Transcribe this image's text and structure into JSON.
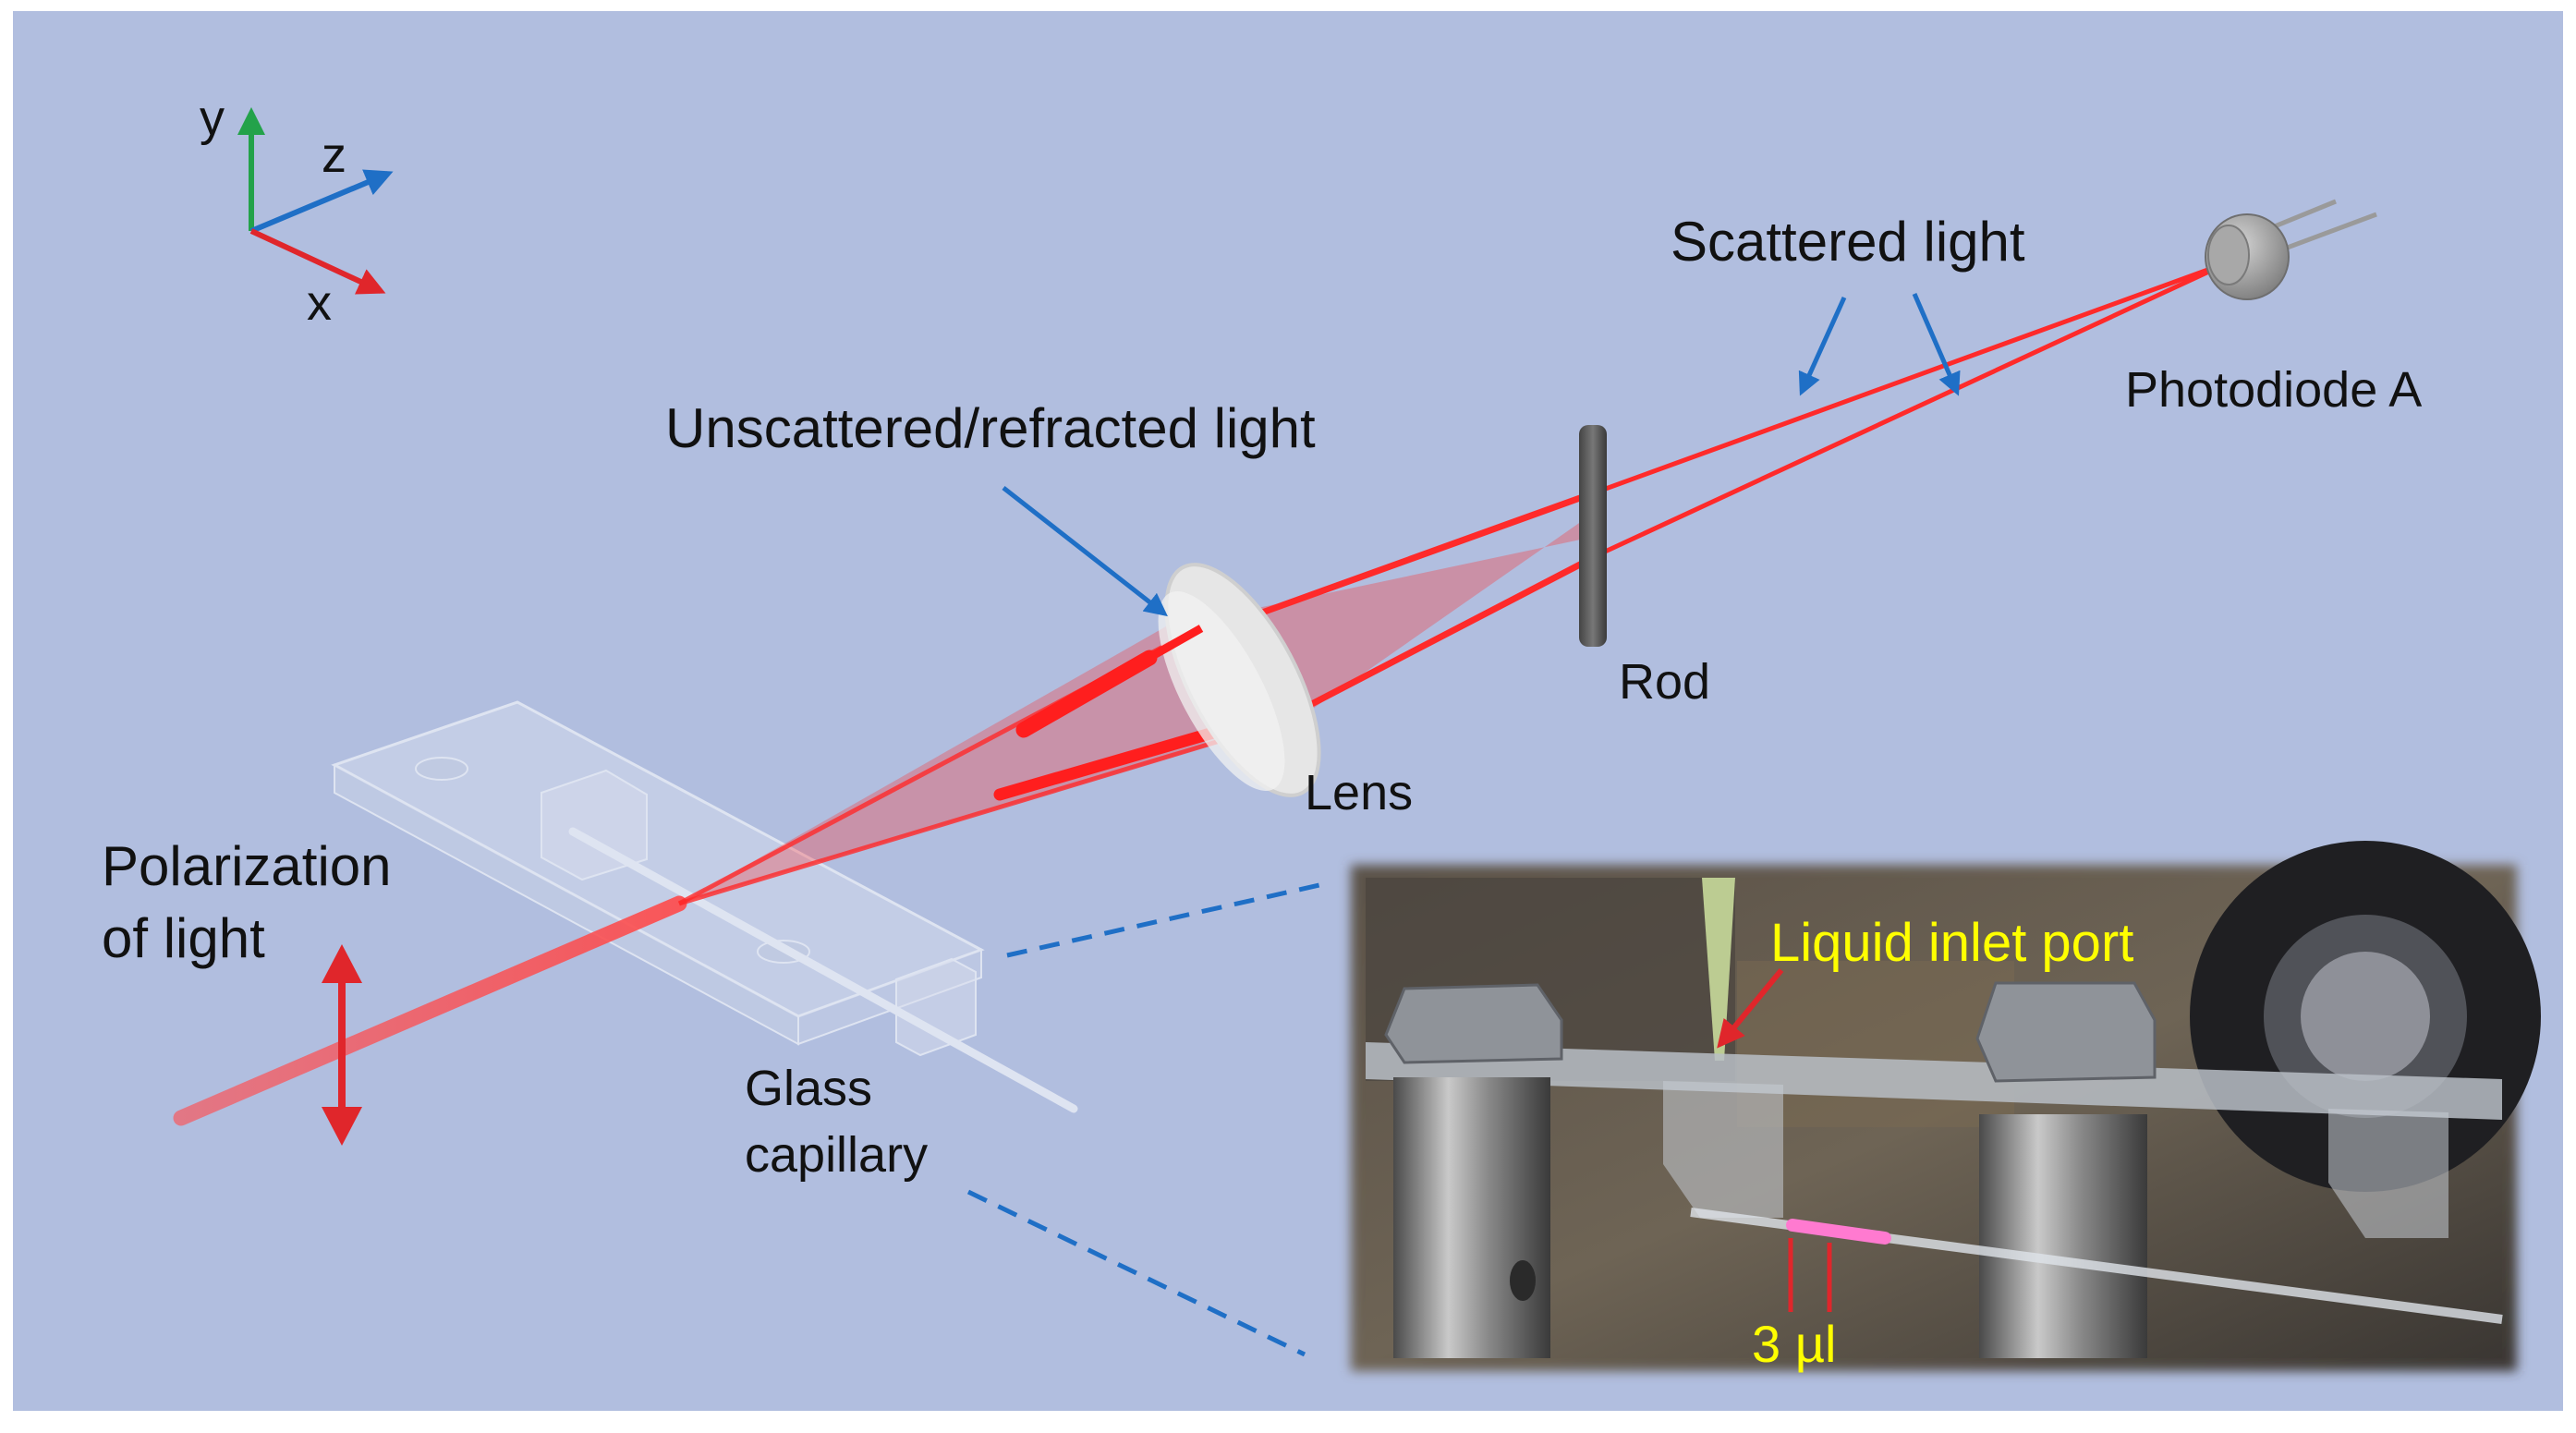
{
  "axes": {
    "y": "y",
    "z": "z",
    "x": "x"
  },
  "labels": {
    "scattered_light": "Scattered light",
    "photodiode": "Photodiode A",
    "unscattered": "Unscattered/refracted light",
    "rod": "Rod",
    "lens": "Lens",
    "polarization_line1": "Polarization",
    "polarization_line2": "of light",
    "capillary_line1": "Glass",
    "capillary_line2": "capillary"
  },
  "inset": {
    "inlet_port": "Liquid inlet port",
    "volume": "3 µl"
  },
  "colors": {
    "background": "#b1bedf",
    "beam": "#ff2a2a",
    "annotation_arrow": "#1f6fc6",
    "axis_x": "#e0262b",
    "axis_y": "#23a24a",
    "axis_z": "#1f6fc6",
    "inset_label": "#ffff00",
    "text": "#111111"
  }
}
